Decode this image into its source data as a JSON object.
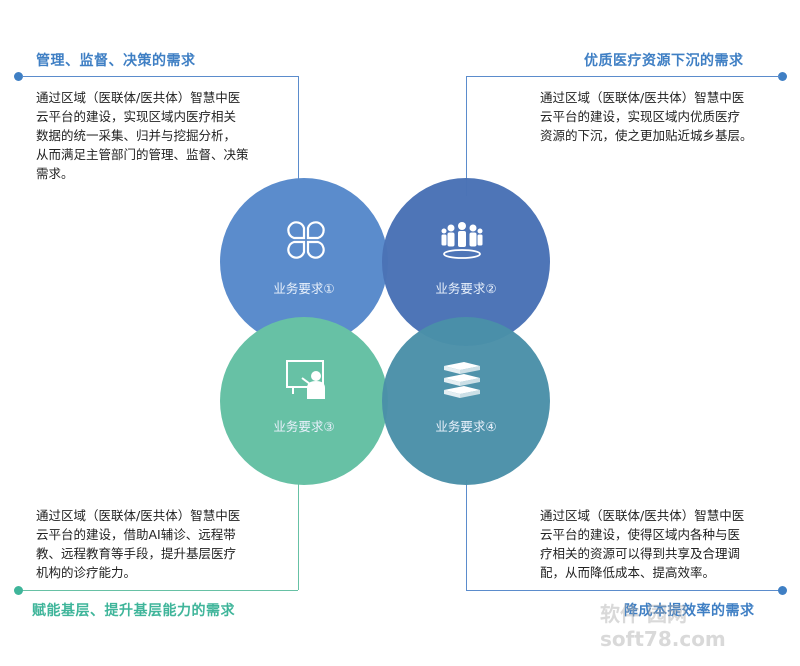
{
  "quadrants": [
    {
      "title": "管理、监督、决策的需求",
      "lines": [
        "通过区域（医联体/医共体）智慧中医",
        "云平台的建设，实现区域内医疗相关",
        "数据的统一采集、归并与挖掘分析，",
        "从而满足主管部门的管理、监督、决策",
        "需求。"
      ]
    },
    {
      "title": "优质医疗资源下沉的需求",
      "lines": [
        "通过区域（医联体/医共体）智慧中医",
        "云平台的建设，实现区域内优质医疗",
        "资源的下沉，使之更加贴近城乡基层。"
      ]
    },
    {
      "title": "赋能基层、提升基层能力的需求",
      "lines": [
        "通过区域（医联体/医共体）智慧中医",
        "云平台的建设，借助AI辅诊、远程带",
        "教、远程教育等手段，提升基层医疗",
        "机构的诊疗能力。"
      ]
    },
    {
      "title": "降成本提效率的需求",
      "lines": [
        "通过区域（医联体/医共体）智慧中医",
        "云平台的建设，使得区域内各种与医",
        "疗相关的资源可以得到共享及合理调",
        "配，从而降低成本、提高效率。"
      ]
    }
  ],
  "circles": [
    {
      "label": "业务要求①",
      "icon": "clover-icon",
      "color": "#5b8ccc"
    },
    {
      "label": "业务要求②",
      "icon": "team-icon",
      "color": "#4a72b6"
    },
    {
      "label": "业务要求③",
      "icon": "teacher-board-icon",
      "color": "#67c1a5"
    },
    {
      "label": "业务要求④",
      "icon": "server-stack-icon",
      "color": "#4a8fa8"
    }
  ],
  "colors": {
    "blue_accent": "#3f7fc4",
    "teal_accent": "#3fb59a",
    "line_blue": "#5b8ccc",
    "line_teal": "#67c1a5"
  },
  "watermark": "软件 园网 soft78.com"
}
